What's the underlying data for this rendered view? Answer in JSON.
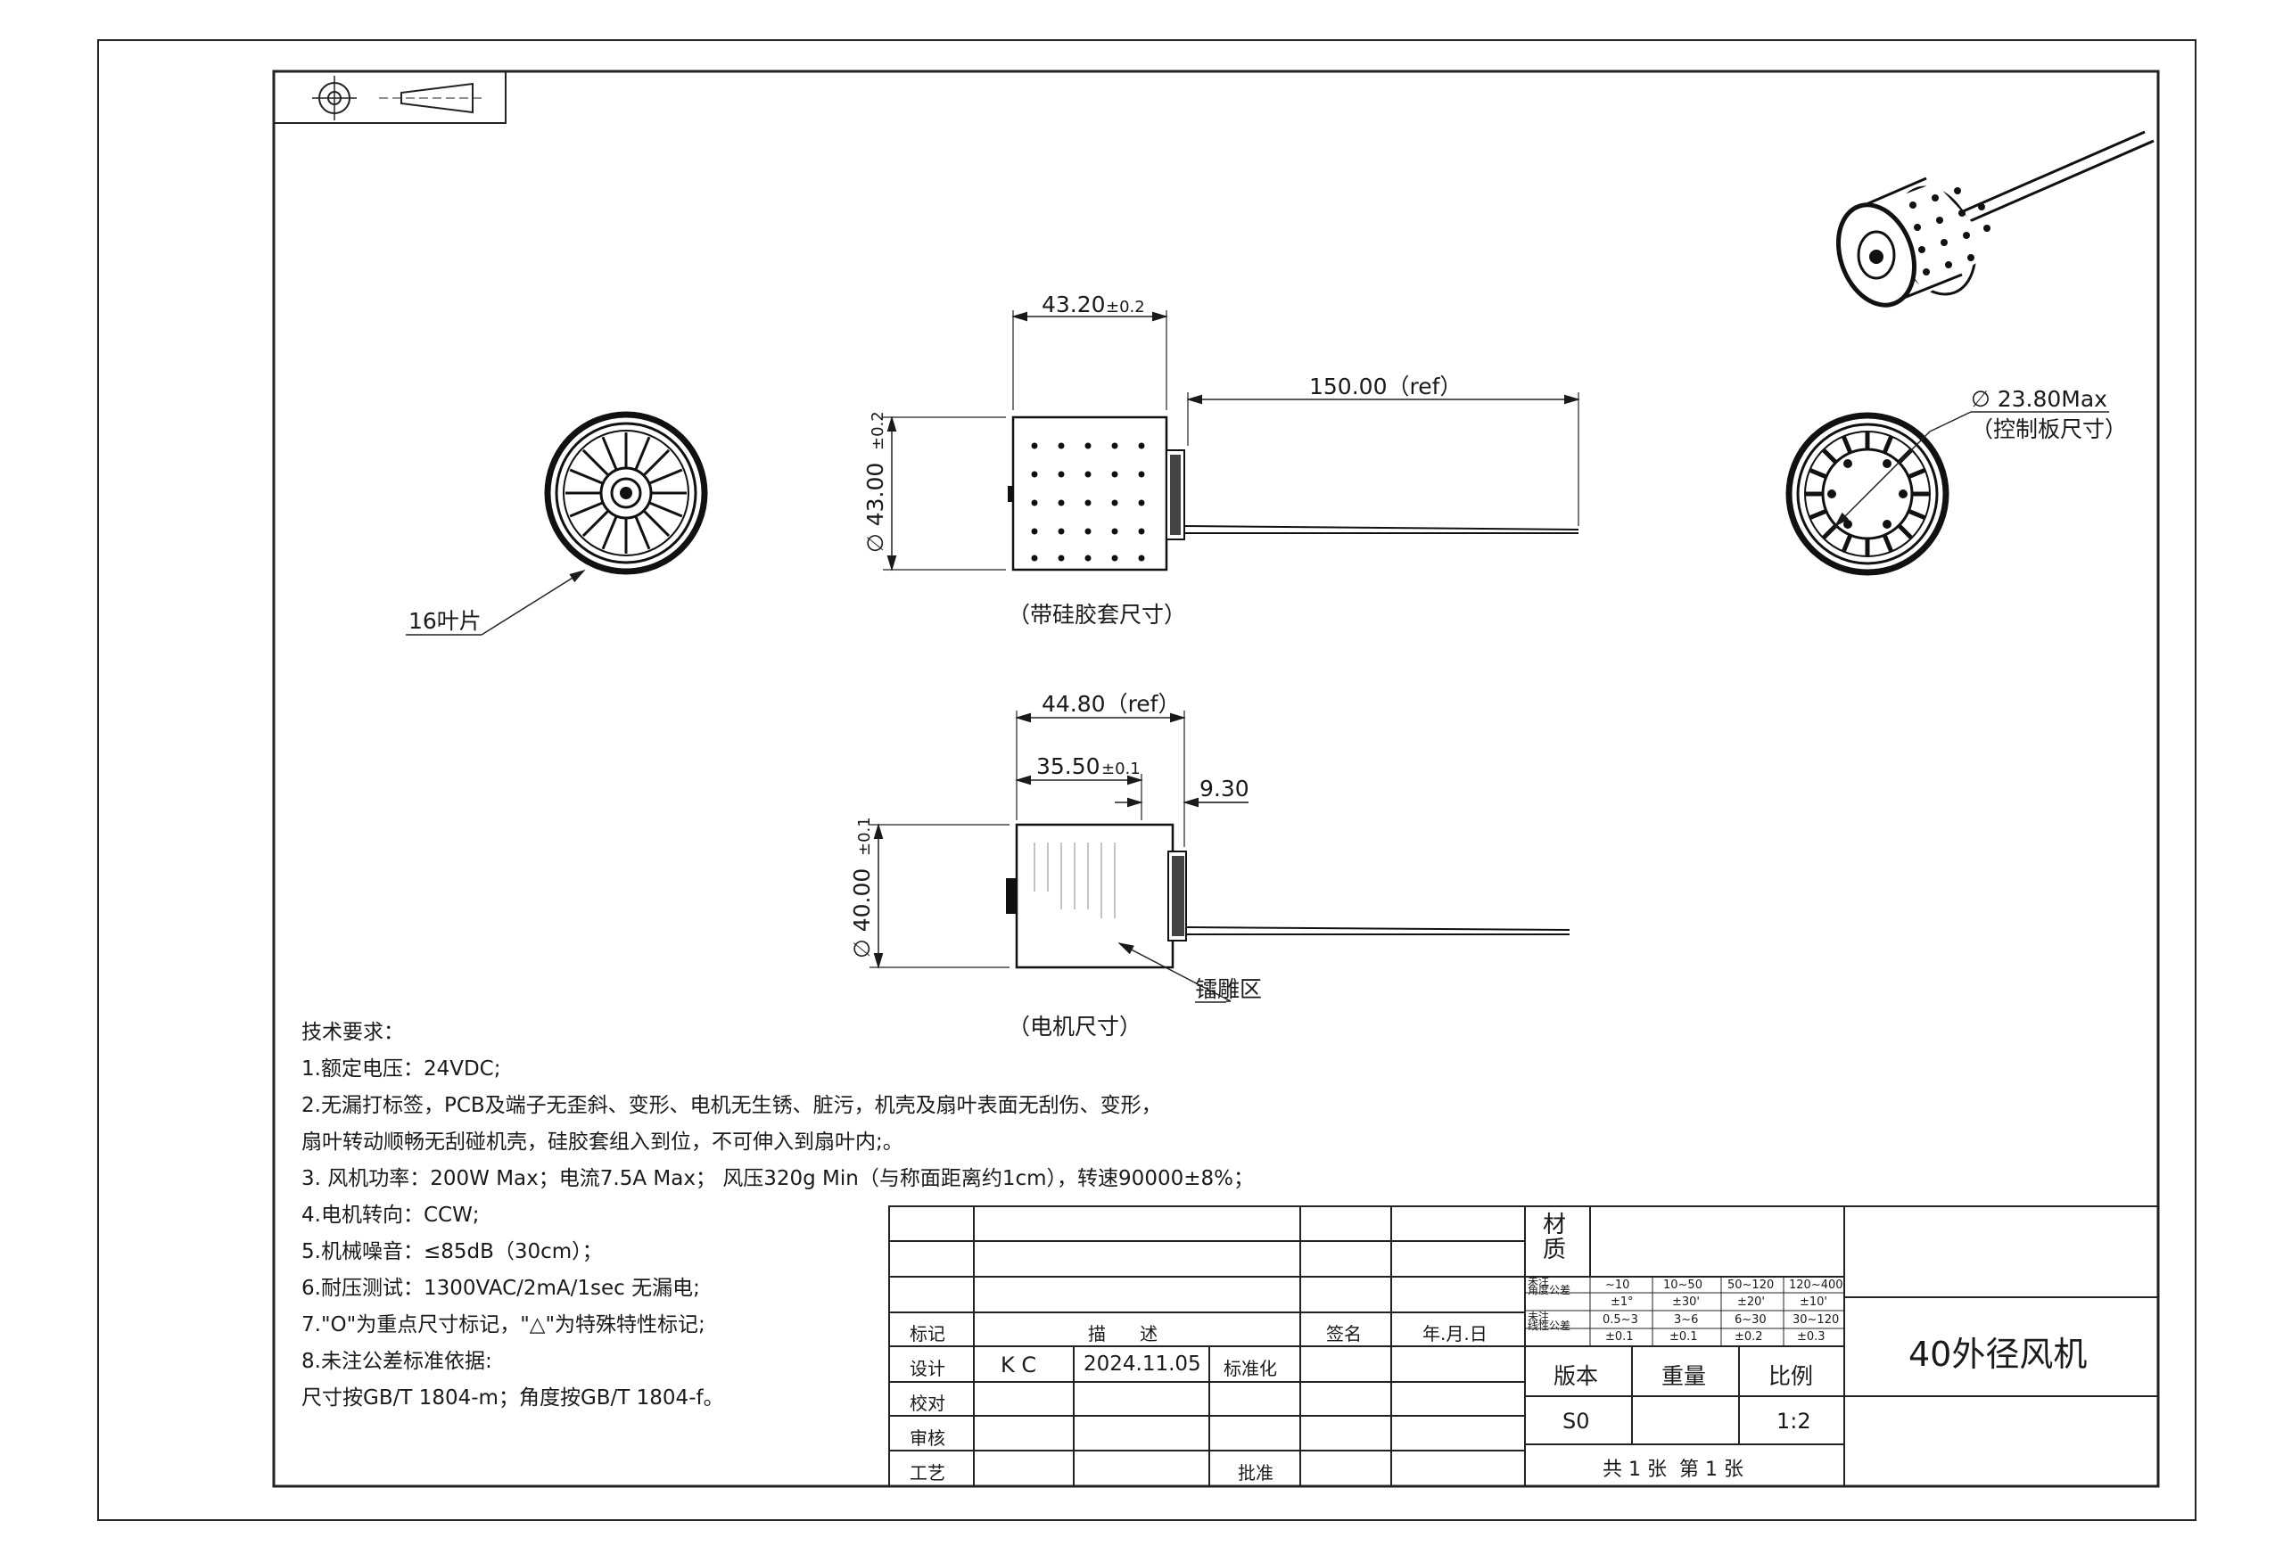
{
  "drawing": {
    "dimensions": {
      "body_length": "43.20",
      "body_length_tol": "±0.2",
      "lead_length": "150.00（ref）",
      "body_diameter": "∅ 43.00",
      "body_diameter_tol": "±0.2",
      "pcb_diameter": "∅ 23.80Max",
      "pcb_note": "（控制板尺寸）",
      "motor_total_length": "44.80（ref）",
      "motor_length": "35.50",
      "motor_length_tol": "±0.1",
      "pcb_offset": "9.30",
      "motor_diameter": "∅ 40.00",
      "motor_diameter_tol": "±0.1"
    },
    "labels": {
      "blades": "16叶片",
      "silicone_view": "（带硅胶套尺寸）",
      "motor_view": "（电机尺寸）",
      "engraving": "镭雕区"
    }
  },
  "requirements": {
    "title": "技术要求：",
    "lines": [
      "1.额定电压：24VDC;",
      "2.无漏打标签，PCB及端子无歪斜、变形、电机无生锈、脏污，机壳及扇叶表面无刮伤、变形，",
      "  扇叶转动顺畅无刮碰机壳，硅胶套组入到位，不可伸入到扇叶内;。",
      "3.  风机功率：200W Max；电流7.5A Max； 风压320g Min（与称面距离约1cm），转速90000±8%；",
      "4.电机转向：CCW;",
      "5.机械噪音：≤85dB（30cm）；",
      "6.耐压测试：1300VAC/2mA/1sec 无漏电;",
      "7.\"O\"为重点尺寸标记，\"△\"为特殊特性标记;",
      "8.未注公差标准依据:",
      "   尺寸按GB/T 1804-m；角度按GB/T 1804-f。"
    ]
  },
  "title_block": {
    "mark": "标记",
    "description": "描      述",
    "signature": "签名",
    "date": "年.月.日",
    "design": "设计",
    "designer": "K C",
    "design_date": "2024.11.05",
    "standardization": "标准化",
    "check": "校对",
    "review": "审核",
    "process": "工艺",
    "approve": "批准",
    "material": "材\n质",
    "tolerance": {
      "angle_row_label": "未注\n角度公差",
      "linear_row_label": "未注\n线性公差",
      "angle_ranges": [
        "~10",
        "10~50",
        "50~120",
        "120~400"
      ],
      "angle_values": [
        "±1°",
        "±30'",
        "±20'",
        "±10'"
      ],
      "linear_ranges": [
        "0.5~3",
        "3~6",
        "6~30",
        "30~120"
      ],
      "linear_values": [
        "±0.1",
        "±0.1",
        "±0.2",
        "±0.3"
      ]
    },
    "version_label": "版本",
    "weight_label": "重量",
    "scale_label": "比例",
    "version": "S0",
    "scale": "1:2",
    "sheet_info": "共 1 张  第 1 张",
    "part_name": "40外径风机"
  }
}
